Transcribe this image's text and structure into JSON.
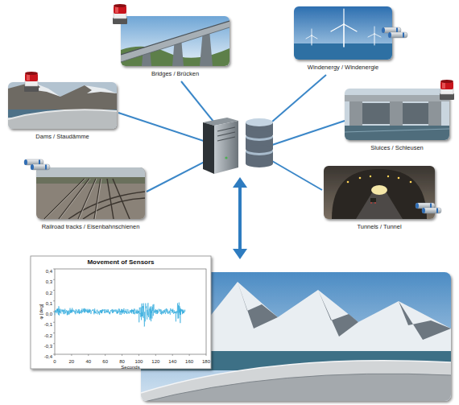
{
  "diagram": {
    "nodes": [
      {
        "text": [
          "Bridges / Brücken"
        ]
      },
      {
        "text": [
          "Windenergy / Windenergie"
        ]
      },
      {
        "text": [
          "Dams / Staudämme"
        ]
      },
      {
        "text": [
          "Sluices / Schleusen"
        ]
      },
      {
        "text": [
          "Railroad tracks / Eisenbahnschienen"
        ]
      },
      {
        "text": [
          "Tunnels / Tunnel"
        ]
      },
      {
        "text": [
          "Movement of Sensors"
        ]
      }
    ],
    "labels": [
      "0,4",
      "0,3",
      "0,2",
      "0,1",
      "0,0",
      "-0,1",
      "-0,2",
      "-0,3",
      "-0,4",
      "φ [deg]",
      "0",
      "20",
      "40",
      "60",
      "80",
      "100",
      "120",
      "140",
      "160",
      "180",
      "Seconds"
    ]
  }
}
